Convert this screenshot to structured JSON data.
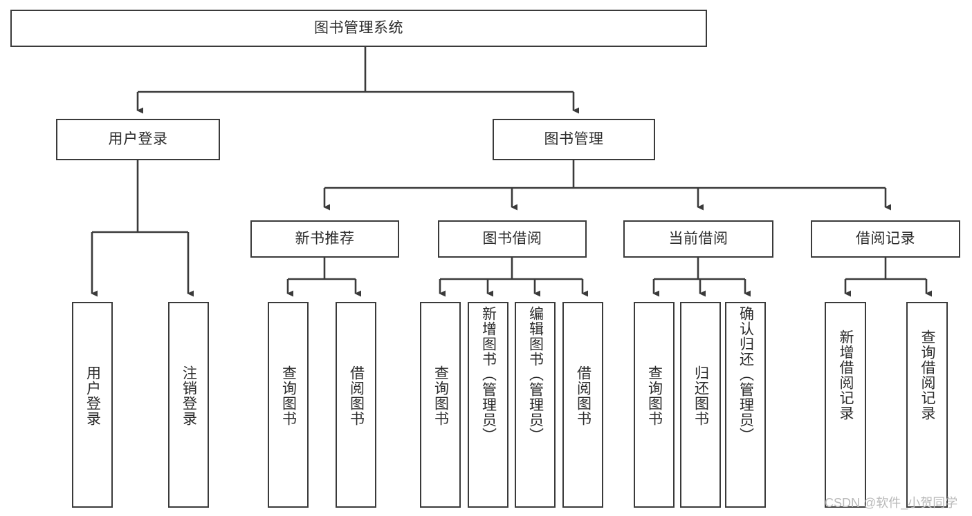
{
  "diagram": {
    "title": "图书管理系统",
    "watermark": "CSDN @软件_小贺同学",
    "colors": {
      "stroke": "#3a3a3a",
      "text": "#2b2b2b",
      "background": "#ffffff",
      "watermark": "#b9b9b9"
    },
    "root": {
      "label": "图书管理系统"
    },
    "level1": [
      {
        "label": "用户登录"
      },
      {
        "label": "图书管理"
      }
    ],
    "level2": [
      {
        "label": "新书推荐"
      },
      {
        "label": "图书借阅"
      },
      {
        "label": "当前借阅"
      },
      {
        "label": "借阅记录"
      }
    ],
    "leaves": {
      "user_login": [
        {
          "label": "用户登录"
        },
        {
          "label": "注销登录"
        }
      ],
      "new_book_recommend": [
        {
          "label": "查询图书"
        },
        {
          "label": "借阅图书"
        }
      ],
      "book_borrow": [
        {
          "label": "查询图书"
        },
        {
          "label": "新增图书（管理员）"
        },
        {
          "label": "编辑图书（管理员）"
        },
        {
          "label": "借阅图书"
        }
      ],
      "current_borrow": [
        {
          "label": "查询图书"
        },
        {
          "label": "归还图书"
        },
        {
          "label": "确认归还（管理员）"
        }
      ],
      "borrow_record": [
        {
          "label": "新增借阅记录"
        },
        {
          "label": "查询借阅记录"
        }
      ]
    }
  }
}
